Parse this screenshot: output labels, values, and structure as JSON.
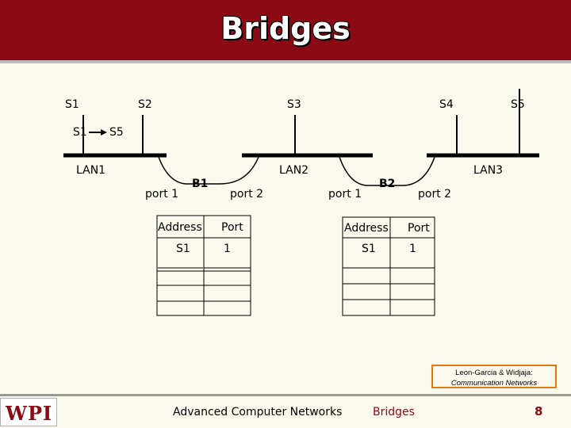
{
  "title": "Bridges",
  "stations": [
    "S1",
    "S2",
    "S3",
    "S4",
    "S5"
  ],
  "frame": {
    "source": "S1",
    "destination": "S5"
  },
  "lans": [
    "LAN1",
    "LAN2",
    "LAN3"
  ],
  "bridges": [
    {
      "name": "B1",
      "port_left": "port 1",
      "port_right": "port 2",
      "table": {
        "headers": [
          "Address",
          "Port"
        ],
        "rows": [
          [
            "S1",
            "1"
          ]
        ]
      }
    },
    {
      "name": "B2",
      "port_left": "port 1",
      "port_right": "port 2",
      "table": {
        "headers": [
          "Address",
          "Port"
        ],
        "rows": [
          [
            "S1",
            "1"
          ]
        ]
      }
    }
  ],
  "citation": {
    "line1": "Leon-Garcia & Widjaja:",
    "line2": "Communication Networks"
  },
  "footer": {
    "logo": "WPI",
    "course": "Advanced Computer Networks",
    "topic": "Bridges",
    "page": "8"
  }
}
